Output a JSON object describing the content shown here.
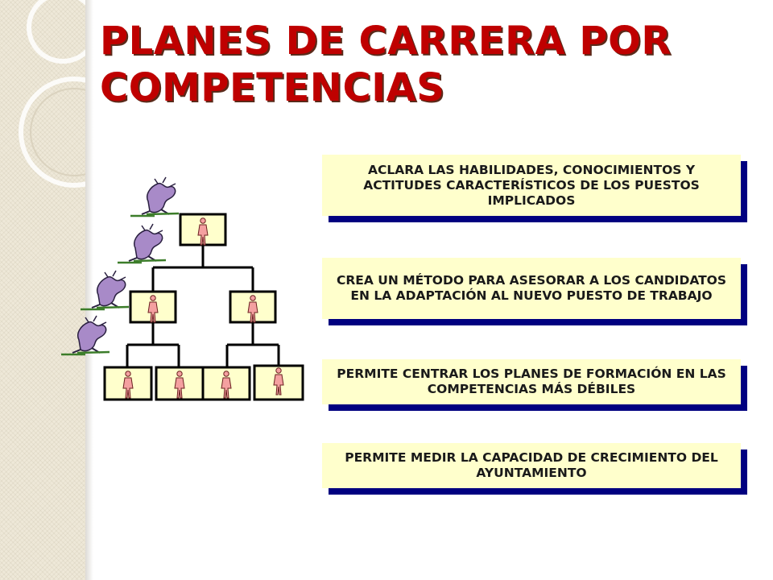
{
  "title": {
    "line1": "PLANES DE CARRERA POR",
    "line2": "COMPETENCIAS"
  },
  "boxes": [
    "ACLARA LAS HABILIDADES, CONOCIMIENTOS Y ACTITUDES CARACTERÍSTICOS DE LOS PUESTOS IMPLICADOS",
    "CREA UN MÉTODO PARA ASESORAR A LOS CANDIDATOS EN LA ADAPTACIÓN AL NUEVO PUESTO DE TRABAJO",
    "PERMITE CENTRAR LOS PLANES DE FORMACIÓN EN LAS COMPETENCIAS MÁS DÉBILES",
    "PERMITE MEDIR LA CAPACIDAD DE CRECIMIENTO DEL AYUNTAMIENTO"
  ],
  "colors": {
    "title": "#bf0000",
    "box_fill": "#ffffcc",
    "box_shadow": "#000080",
    "person_fill": "#f4a0a0",
    "chart_box": "#ffffcc",
    "runner": "#a88ac8"
  },
  "icons": [
    "runner-icon",
    "person-icon",
    "org-chart"
  ]
}
